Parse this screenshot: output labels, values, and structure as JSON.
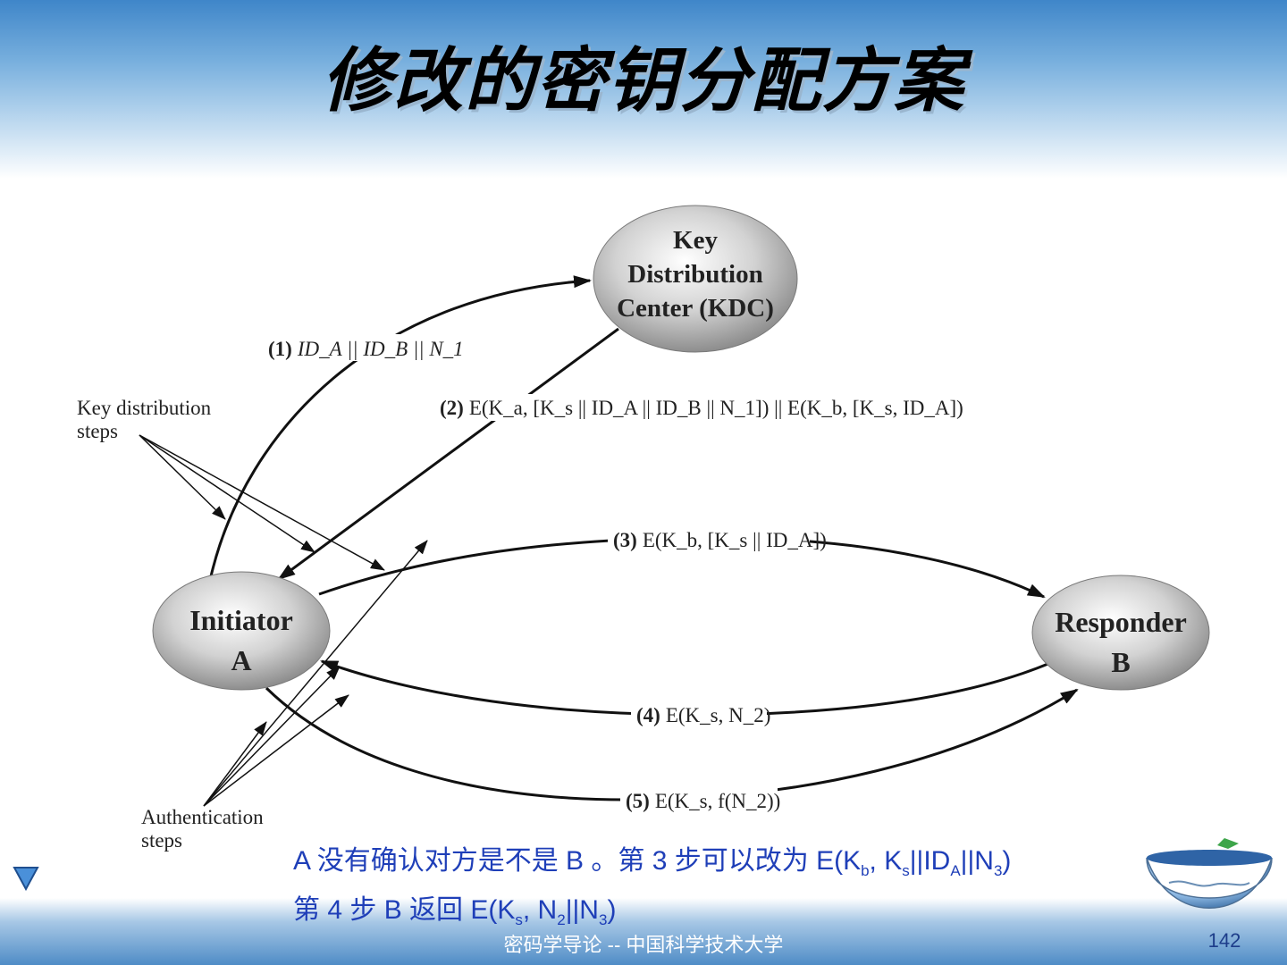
{
  "slide": {
    "title": "修改的密钥分配方案",
    "footer": "密码学导论 -- 中国科学技术大学",
    "page_number": "142"
  },
  "diagram": {
    "nodes": {
      "kdc": {
        "line1": "Key",
        "line2": "Distribution",
        "line3": "Center (KDC)"
      },
      "initiator": {
        "line1": "Initiator",
        "line2": "A"
      },
      "responder": {
        "line1": "Responder",
        "line2": "B"
      }
    },
    "group_labels": {
      "key_distribution_line1": "Key distribution",
      "key_distribution_line2": "steps",
      "authentication_line1": "Authentication",
      "authentication_line2": "steps"
    },
    "steps": {
      "s1": {
        "num": "(1)",
        "text": "ID_A || ID_B || N_1"
      },
      "s2": {
        "num": "(2)",
        "text": "E(K_a, [K_s || ID_A || ID_B || N_1]) || E(K_b, [K_s, ID_A])"
      },
      "s3": {
        "num": "(3)",
        "text": "E(K_b, [K_s || ID_A])"
      },
      "s4": {
        "num": "(4)",
        "text": "E(K_s, N_2)"
      },
      "s5": {
        "num": "(5)",
        "text": "E(K_s, f(N_2))"
      }
    }
  },
  "caption": {
    "line1_prefix": "A 没有确认对方是不是 B 。第 3 步可以改为 ",
    "line2_prefix": "第 4 步 B 返回 "
  }
}
